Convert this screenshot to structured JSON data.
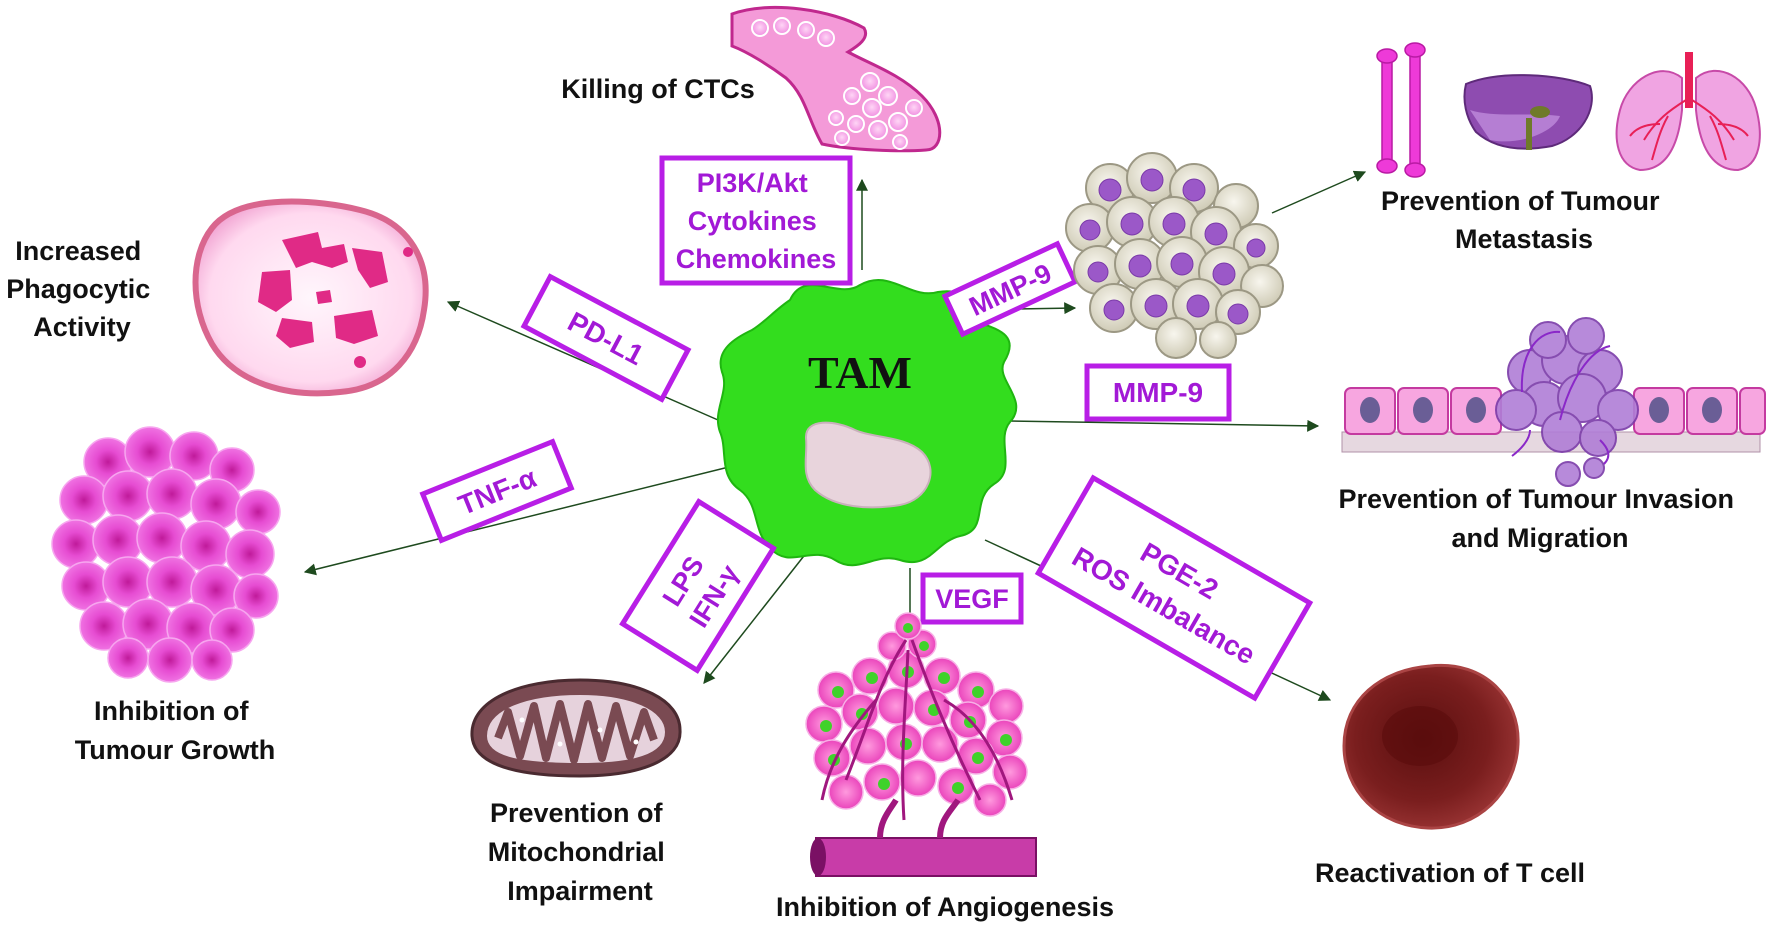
{
  "colors": {
    "tam_green": "#33dd1e",
    "box_border": "#b81ee6",
    "box_text": "#a219d6",
    "arrow": "#1e4a1e",
    "magenta": "#e032c8",
    "pink_dark": "#c8128e",
    "purple": "#8a3fc0",
    "blood": "#6b1818"
  },
  "center": {
    "label": "TAM"
  },
  "boxes": {
    "pi3k": [
      "PI3K/Akt",
      "Cytokines",
      "Chemokines"
    ],
    "mmp9_upper": "MMP-9",
    "mmp9_right": "MMP-9",
    "pdl1": "PD-L1",
    "tnf": "TNF-α",
    "lps": [
      "LPS",
      "IFN-γ"
    ],
    "vegf": "VEGF",
    "pge": [
      "PGE-2",
      "ROS Imbalance"
    ]
  },
  "outcomes": {
    "ctc": [
      "Killing of CTCs"
    ],
    "phago": [
      "Increased",
      "Phagocytic",
      "Activity"
    ],
    "growth": [
      "Inhibition of",
      "Tumour Growth"
    ],
    "mito": [
      "Prevention of",
      "Mitochondrial",
      "Impairment"
    ],
    "angio": [
      "Inhibition of Angiogenesis"
    ],
    "tcell": [
      "Reactivation of T cell"
    ],
    "invasion": [
      "Prevention of Tumour Invasion",
      "and Migration"
    ],
    "metastasis": [
      "Prevention of Tumour",
      "Metastasis"
    ]
  },
  "icons": [
    "blood-vessel-ctc",
    "phagocyte-cell",
    "tumour-cell-cluster",
    "mitochondrion",
    "angiogenic-tumour",
    "t-cell",
    "invading-tumour-epithelium",
    "cancer-cell-cluster",
    "bone",
    "liver",
    "lungs"
  ]
}
